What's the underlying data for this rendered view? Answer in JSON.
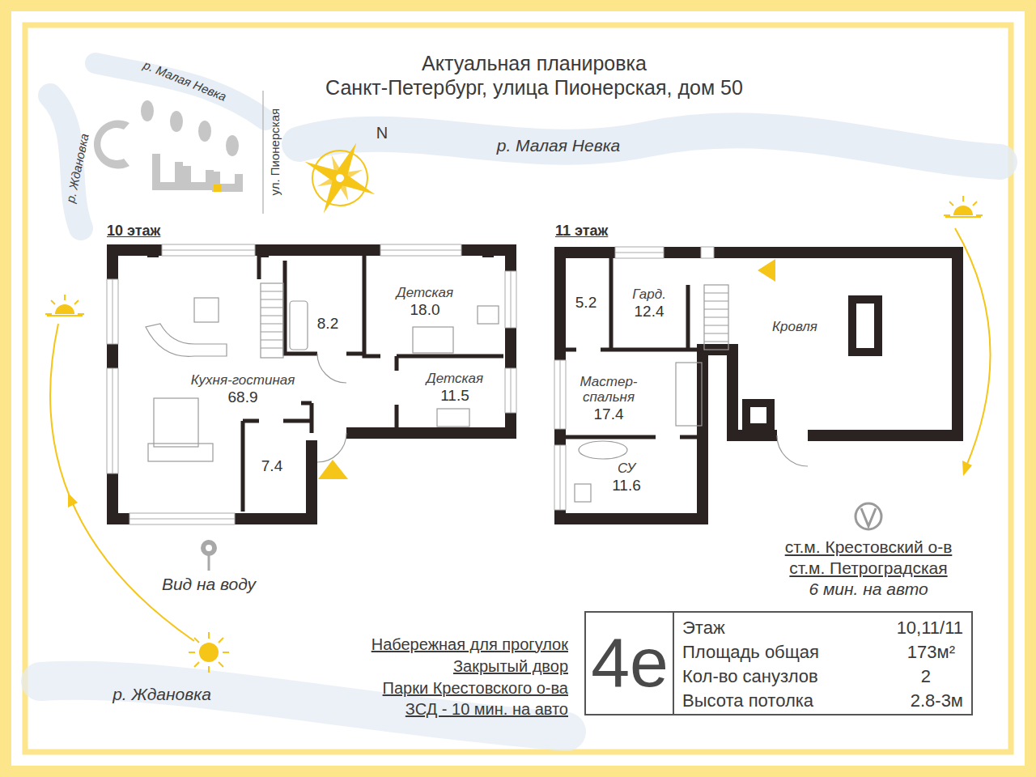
{
  "diagram": {
    "title": "Актуальная планировка",
    "nodes": [
      {
        "text": [
          "10 этаж"
        ]
      },
      {
        "text": [
          "Кухня-гостиная",
          "68.9"
        ],
        "in": 0
      },
      {
        "text": [
          "8.2"
        ],
        "in": 0
      },
      {
        "text": [
          "Детская",
          "18.0"
        ],
        "in": 0
      },
      {
        "text": [
          "Детская",
          "11.5"
        ],
        "in": 0
      },
      {
        "text": [
          "7.4"
        ],
        "in": 0
      },
      {
        "text": [
          "11 этаж"
        ]
      },
      {
        "text": [
          "5.2"
        ],
        "in": 6
      },
      {
        "text": [
          "Гард.",
          "12.4"
        ],
        "in": 6
      },
      {
        "text": [
          "Мастер- спальня",
          "17.4"
        ],
        "in": 6
      },
      {
        "text": [
          "СУ",
          "11.6"
        ],
        "in": 6
      },
      {
        "text": [
          "Кровля"
        ],
        "in": 6
      },
      {
        "text": [
          "4е"
        ]
      }
    ],
    "labels": [
      "Санкт-Петербург, улица Пионерская, дом 50",
      "р. Малая Невка",
      "р. Ждановка",
      "ул. Пионерская",
      "N",
      "р. Малая Невка",
      "Вид на воду",
      "ст.м. Крестовский о-в",
      "ст.м. Петроградская",
      "6 мин. на авто",
      "Набережная для прогулок",
      "Закрытый двор",
      "Парки Крестовского о-ва",
      "ЗСД - 10 мин. на авто",
      "р. Ждановка",
      "Этаж",
      "10,11/11",
      "Площадь общая",
      "173м²",
      "Кол-во санузлов",
      "2",
      "Высота потолка",
      "2.8-3м"
    ]
  }
}
